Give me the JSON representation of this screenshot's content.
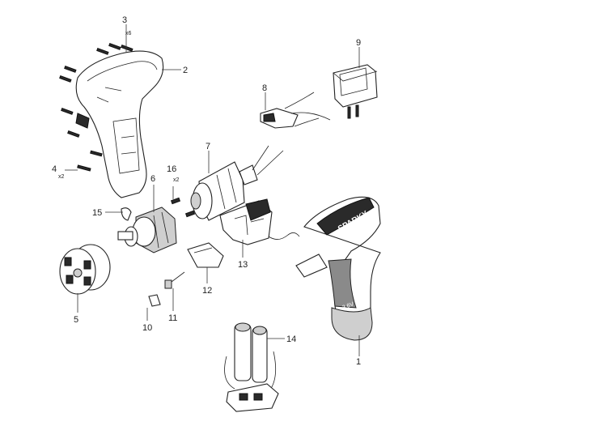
{
  "callouts": [
    {
      "id": "c1",
      "number": "1"
    },
    {
      "id": "c2",
      "number": "2"
    },
    {
      "id": "c3",
      "number": "3",
      "qty": "x6"
    },
    {
      "id": "c4",
      "number": "4",
      "qty": "x2"
    },
    {
      "id": "c5",
      "number": "5"
    },
    {
      "id": "c6",
      "number": "6"
    },
    {
      "id": "c7",
      "number": "7"
    },
    {
      "id": "c8",
      "number": "8"
    },
    {
      "id": "c9",
      "number": "9"
    },
    {
      "id": "c10",
      "number": "10"
    },
    {
      "id": "c11",
      "number": "11"
    },
    {
      "id": "c12",
      "number": "12"
    },
    {
      "id": "c13",
      "number": "13"
    },
    {
      "id": "c14",
      "number": "14"
    },
    {
      "id": "c15",
      "number": "15"
    },
    {
      "id": "c16",
      "number": "16",
      "qty": "x2"
    }
  ],
  "branding": {
    "logo": "SPARKY",
    "voltage": "3.6V"
  }
}
